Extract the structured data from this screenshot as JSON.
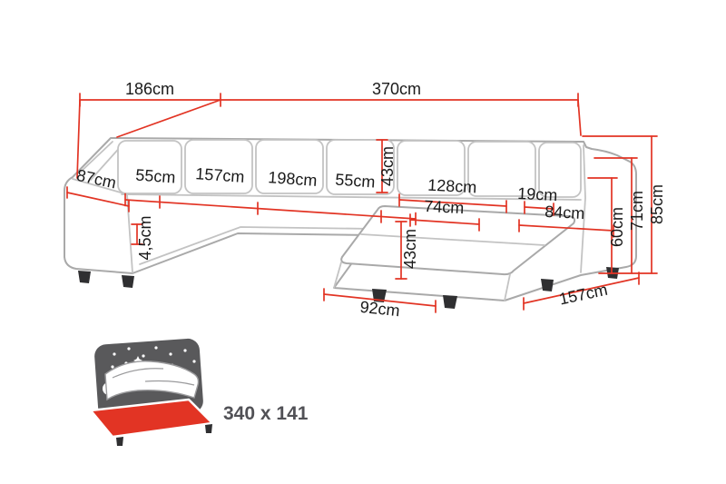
{
  "diagram": {
    "dims": {
      "top_left": "186cm",
      "top_main": "370cm",
      "left_arm": "87cm",
      "seat_a": "55cm",
      "seat_b": "157cm",
      "seat_c": "198cm",
      "seat_d": "55cm",
      "back_depth": "43cm",
      "chaise_top": "128cm",
      "chaise_seat": "74cm",
      "arm_gap": "19cm",
      "right_seat": "84cm",
      "seat_lip": "4,5cm",
      "chaise_depth": "43cm",
      "chaise_front": "92cm",
      "right_depth": "157cm",
      "height_seat_back": "60cm",
      "height_arm": "71cm",
      "height_total": "85cm"
    },
    "sleeping_area": "340 x 141"
  },
  "colors": {
    "dimension-red": "#e23424",
    "label-text": "#1a1a1a",
    "sofa-outline": "#a9a9a9",
    "sofa-seam": "#c3c3c3",
    "bed-panel": "#59595b",
    "bed-text": "#515156",
    "feet": "#2f2f31"
  }
}
